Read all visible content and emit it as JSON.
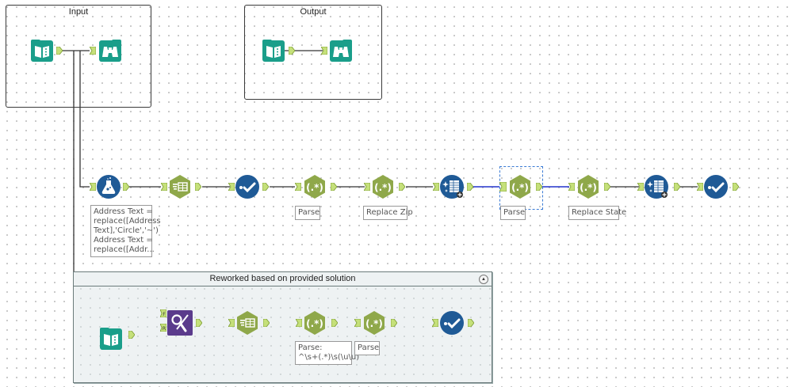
{
  "containers": {
    "input": {
      "title": "Input"
    },
    "output": {
      "title": "Output"
    }
  },
  "group": {
    "title": "Reworked based on provided solution",
    "collapse_icon": "chevron-up-icon"
  },
  "tools": {
    "input_in": {
      "type": "input-data",
      "icon": "book-icon"
    },
    "input_browse": {
      "type": "browse",
      "icon": "binoculars-icon"
    },
    "output_in": {
      "type": "input-data",
      "icon": "book-icon"
    },
    "output_browse": {
      "type": "browse",
      "icon": "binoculars-icon"
    },
    "formula": {
      "type": "formula",
      "icon": "flask-icon"
    },
    "text_to_columns": {
      "type": "text-to-columns",
      "icon": "table-columns-icon"
    },
    "select_1": {
      "type": "select",
      "icon": "check-icon"
    },
    "regex_1": {
      "type": "regex",
      "icon": "regex-icon",
      "glyph": "(.*)"
    },
    "regex_2": {
      "type": "regex",
      "icon": "regex-icon",
      "glyph": "(.*)"
    },
    "cleanse_1": {
      "type": "data-cleansing",
      "icon": "sparkle-table-icon"
    },
    "regex_3": {
      "type": "regex",
      "icon": "regex-icon",
      "glyph": "(.*)"
    },
    "regex_4": {
      "type": "regex",
      "icon": "regex-icon",
      "glyph": "(.*)"
    },
    "cleanse_2": {
      "type": "data-cleansing",
      "icon": "sparkle-table-icon"
    },
    "select_2": {
      "type": "select",
      "icon": "check-icon"
    },
    "g_input": {
      "type": "input-data",
      "icon": "book-icon"
    },
    "g_find_replace": {
      "type": "find-replace",
      "icon": "find-replace-icon",
      "anchors": [
        "F",
        "R"
      ]
    },
    "g_text_to_columns": {
      "type": "text-to-columns",
      "icon": "table-columns-icon"
    },
    "g_regex_1": {
      "type": "regex",
      "icon": "regex-icon",
      "glyph": "(.*)"
    },
    "g_regex_2": {
      "type": "regex",
      "icon": "regex-icon",
      "glyph": "(.*)"
    },
    "g_select": {
      "type": "select",
      "icon": "check-icon"
    }
  },
  "annotations": {
    "formula": "Address Text =\nreplace([Address\nText],'Circle','~')\nAddress Text =\nreplace([Addr...",
    "regex_1": "Parse",
    "regex_2": "Replace Zip",
    "regex_3": "Parse",
    "regex_4": "Replace State",
    "g_regex_1": "Parse:\n^\\s+(.*)\\s(\\u\\u)",
    "g_regex_2": "Parse"
  },
  "colors": {
    "input_teal": "#1a9e8a",
    "regex_green": "#8fa84a",
    "select_blue": "#1f5a96",
    "find_replace_purple": "#5b3b8c",
    "anchor_green": "#c5e07a",
    "selected_wire": "#2233cc",
    "selection_box": "#3a7bd5"
  }
}
